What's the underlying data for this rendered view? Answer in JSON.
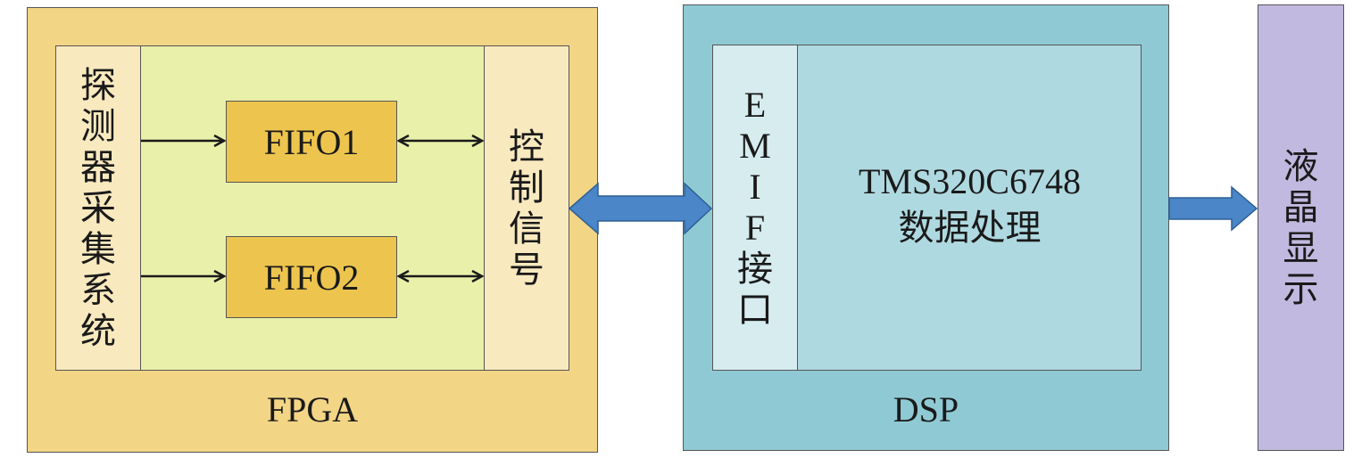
{
  "fpga": {
    "label": "FPGA",
    "detector": [
      "探",
      "测",
      "器",
      "采",
      "集",
      "系",
      "统"
    ],
    "fifo1": "FIFO1",
    "fifo2": "FIFO2",
    "control": [
      "控",
      "制",
      "信",
      "号"
    ]
  },
  "dsp": {
    "label": "DSP",
    "emif": [
      "E",
      "M",
      "I",
      "F",
      "接",
      "口"
    ],
    "chip": "TMS320C6748",
    "processing": "数据处理"
  },
  "lcd": [
    "液",
    "晶",
    "显",
    "示"
  ],
  "colors": {
    "fpga_outer": "#f3d586",
    "fpga_inner": "#e9f0a9",
    "fifo": "#edc54e",
    "dsp_outer": "#8fcad4",
    "dsp_inner": "#afd9e0",
    "lcd": "#c2b9e0",
    "block_arrow": "#4a86c8"
  }
}
